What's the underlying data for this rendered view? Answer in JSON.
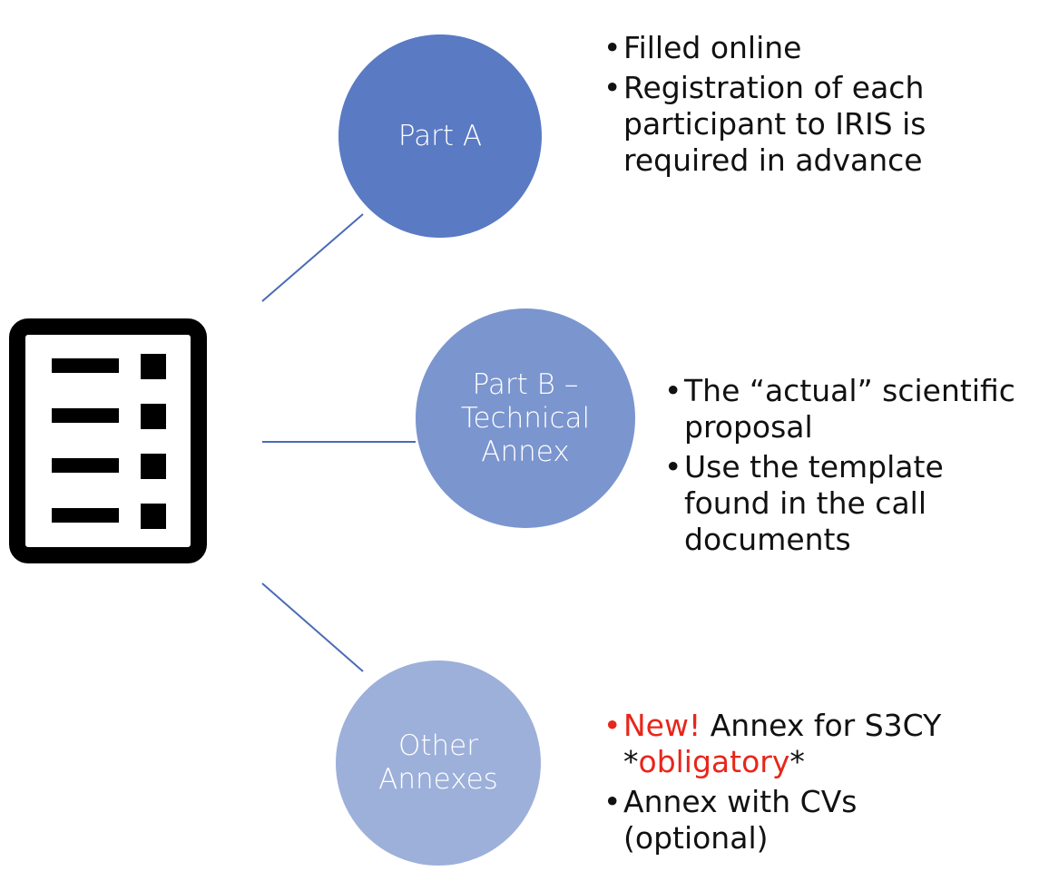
{
  "colors": {
    "circle_a": "#5a7ac4",
    "circle_b": "#7b95cf",
    "circle_c": "#9db0da",
    "connector": "#4a6bb5",
    "highlight": "#e8261b",
    "icon": "#000000"
  },
  "icon": {
    "name": "checklist-document-icon"
  },
  "nodes": [
    {
      "lines": [
        "Part A"
      ],
      "bullets": [
        {
          "text": "Filled online"
        },
        {
          "text": "Registration of each participant to IRIS is required in advance"
        }
      ]
    },
    {
      "lines": [
        "Part B –",
        "Technical",
        "Annex"
      ],
      "bullets": [
        {
          "text": "The “actual” scientific proposal"
        },
        {
          "text": "Use the template found in the call documents"
        }
      ]
    },
    {
      "lines": [
        "Other",
        "Annexes"
      ],
      "bullets": [
        {
          "prefix": "New!",
          "middle": " Annex for S3CY *",
          "emphasis": "obligatory",
          "suffix": "*"
        },
        {
          "text": "Annex with CVs (optional)"
        }
      ]
    }
  ]
}
